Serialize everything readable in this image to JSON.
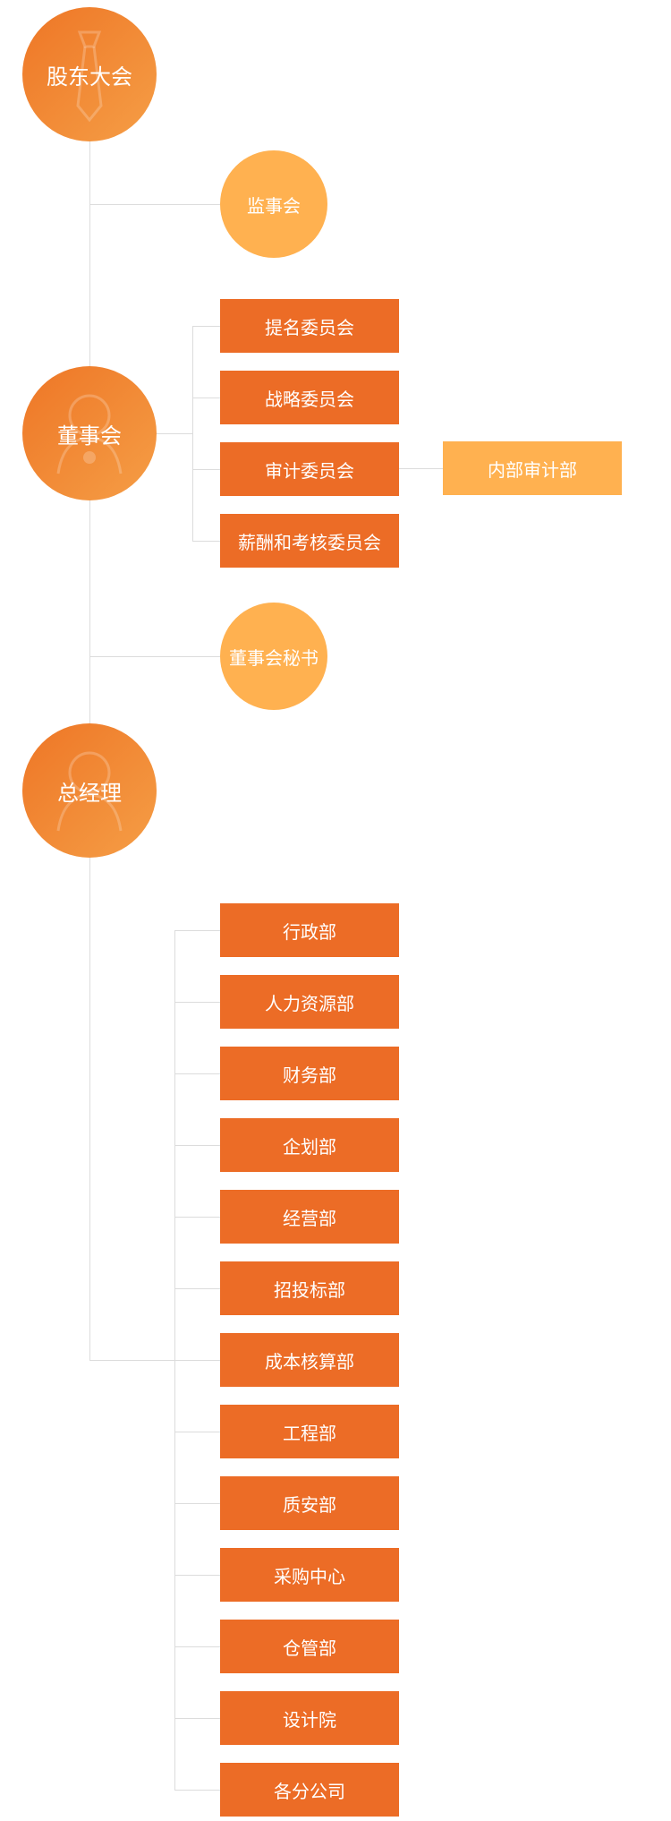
{
  "org": {
    "shareholders": "股东大会",
    "supervisors": "监事会",
    "board": "董事会",
    "committees": [
      "提名委员会",
      "战略委员会",
      "审计委员会",
      "薪酬和考核委员会"
    ],
    "internal_audit": "内部审计部",
    "board_secretary": "董事会秘书",
    "general_manager": "总经理",
    "departments": [
      "行政部",
      "人力资源部",
      "财务部",
      "企划部",
      "经营部",
      "招投标部",
      "成本核算部",
      "工程部",
      "质安部",
      "采购中心",
      "仓管部",
      "设计院",
      "各分公司"
    ]
  },
  "colors": {
    "big_circle_start": "#ee7626",
    "big_circle_end": "#f59e46",
    "small_circle": "#ffb150",
    "box": "#ec6c26",
    "box_light": "#ffb150",
    "connector": "#dcdcdc"
  },
  "icons": {
    "shareholders": "tie-icon",
    "board": "person-icon",
    "general_manager": "person-icon"
  }
}
